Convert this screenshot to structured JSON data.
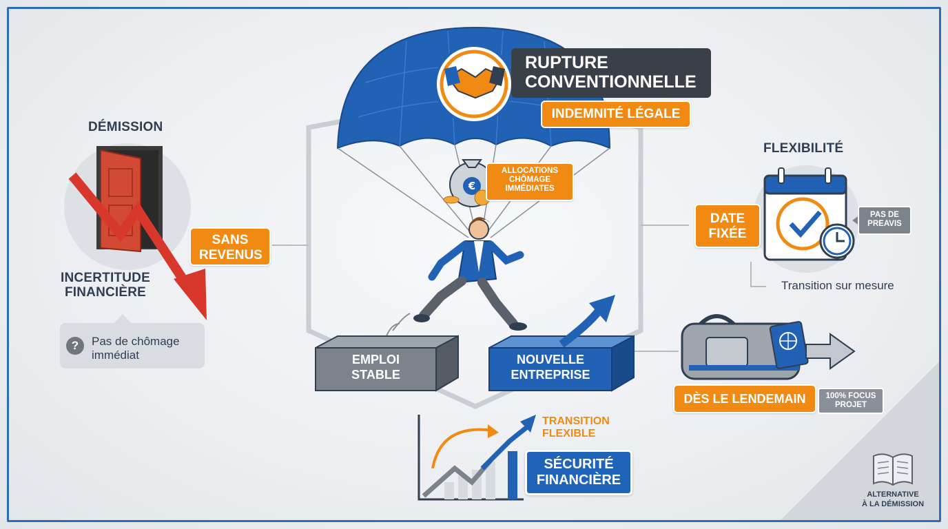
{
  "colors": {
    "accent_blue": "#1f64b8",
    "accent_orange": "#f08a12",
    "dark": "#3a4048",
    "gray": "#7c838b",
    "red": "#d8382b"
  },
  "left": {
    "title": "DÉMISSION",
    "tag": "SANS REVENUS",
    "subtitle_line1": "INCERTITUDE",
    "subtitle_line2": "FINANCIÈRE",
    "note_line1": "Pas de chômage",
    "note_line2": "immédiat",
    "note_icon": "question-icon",
    "icons": [
      "door-icon",
      "down-arrow-icon"
    ]
  },
  "center": {
    "title_line1": "RUPTURE",
    "title_line2": "CONVENTIONNELLE",
    "tag": "INDEMNITÉ LÉGALE",
    "allowance_line1": "ALLOCATIONS",
    "allowance_line2": "CHÔMAGE",
    "allowance_line3": "IMMÉDIATES",
    "block_left_line1": "EMPLOI",
    "block_left_line2": "STABLE",
    "block_right_line1": "NOUVELLE",
    "block_right_line2": "ENTREPRISE",
    "icons": [
      "parachute-icon",
      "handshake-icon",
      "money-bag-icon",
      "person-jumping-icon"
    ]
  },
  "bottom": {
    "transition_line1": "TRANSITION",
    "transition_line2": "FLEXIBLE",
    "security_line1": "SÉCURITÉ",
    "security_line2": "FINANCIÈRE",
    "icons": [
      "growth-chart-icon"
    ]
  },
  "right": {
    "title": "FLEXIBILITÉ",
    "date_line1": "DATE",
    "date_line2": "FIXÉE",
    "notice_line1": "PAS DE",
    "notice_line2": "PREAVIS",
    "transition_text": "Transition sur mesure",
    "next_day": "DÈS LE LENDEMAIN",
    "focus_line1": "100% FOCUS",
    "focus_line2": "PROJET",
    "icons": [
      "calendar-check-icon",
      "clock-icon",
      "travel-bag-icon",
      "passport-icon",
      "right-arrow-icon"
    ]
  },
  "corner": {
    "label_line1": "ALTERNATIVE",
    "label_line2": "À LA DÉMISSION",
    "icon": "open-book-icon"
  }
}
